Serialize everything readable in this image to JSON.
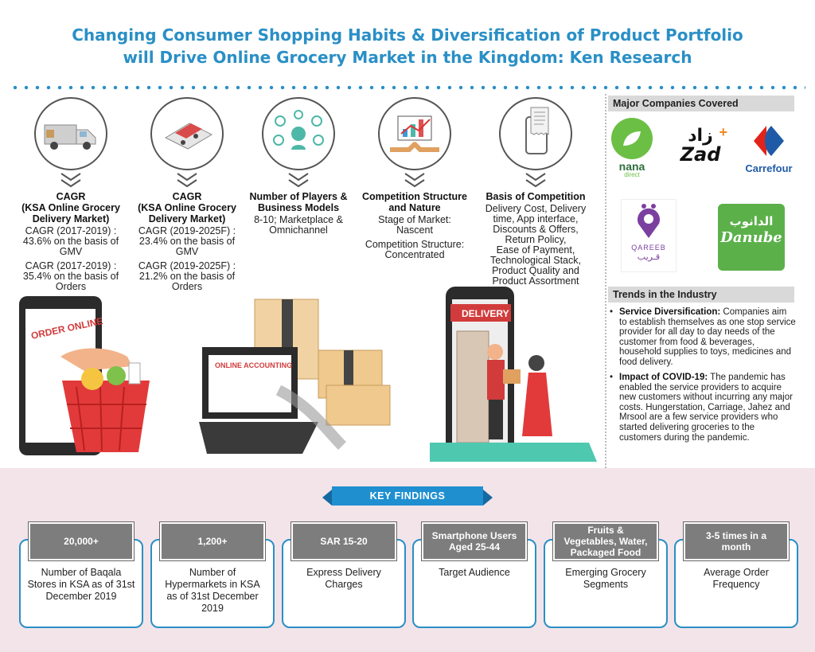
{
  "title": {
    "line1": "Changing Consumer Shopping Habits & Diversification of Product Portfolio",
    "line2": "will Drive Online Grocery Market in the Kingdom: Ken Research"
  },
  "columns": [
    {
      "head": "CAGR\n(KSA Online Grocery\nDelivery Market)",
      "text1": "CAGR (2017-2019) :\n43.6% on the basis of\nGMV",
      "text2": "CAGR (2017-2019) :\n35.4% on the basis of\nOrders",
      "icon": "delivery-van-icon"
    },
    {
      "head": "CAGR\n(KSA Online Grocery\nDelivery Market)",
      "text1": "CAGR (2019-2025F) :\n23.4% on the basis of\nGMV",
      "text2": "CAGR (2019-2025F) :\n21.2% on the basis of\nOrders",
      "icon": "truck-on-phone-icon"
    },
    {
      "head": "Number of Players &\nBusiness Models",
      "text1": "8-10; Marketplace &\nOmnichannel",
      "text2": "",
      "icon": "business-network-icon"
    },
    {
      "head": "Competition  Structure\nand Nature",
      "text1": "Stage of Market:\nNascent",
      "text2": "Competition Structure:\nConcentrated",
      "icon": "growth-chart-icon"
    },
    {
      "head": "Basis of Competition",
      "text1": "Delivery Cost, Delivery\ntime, App interface,\nDiscounts & Offers,\nReturn Policy,\nEase of Payment,\nTechnological Stack,\nProduct Quality and\nProduct Assortment",
      "text2": "",
      "icon": "phone-receipt-icon"
    }
  ],
  "sidebar": {
    "companies_head": "Major Companies Covered",
    "logos": {
      "nana": "nana",
      "nana_sub": "direct",
      "zad": "Zad",
      "zad_ar": "زاد",
      "carrefour": "Carrefour",
      "qareeb": "QAREEB",
      "qareeb_ar": "قـريب",
      "danube": "Danube",
      "danube_ar": "الدانوب"
    },
    "trends_head": "Trends in the Industry",
    "trends": [
      {
        "label": "Service Diversification:",
        "text": " Companies aim to establish themselves as one stop service provider for all day to day needs of the customer from  food & beverages, household supplies to toys, medicines and food delivery."
      },
      {
        "label": "Impact of COVID-19:",
        "text": "  The pandemic has enabled the service providers to acquire new customers without incurring any major costs. Hungerstation, Carriage, Jahez and Mrsool are a few service providers who started delivering groceries to the customers during the pandemic."
      }
    ]
  },
  "illustrations": {
    "order_online": "ORDER ONLINE",
    "online_accounting": "ONLINE ACCOUNTING",
    "delivery": "DELIVERY"
  },
  "key_findings": {
    "banner": "KEY FINDINGS",
    "cards": [
      {
        "head": "20,000+",
        "text": "Number of Baqala\nStores in KSA as of 31st\nDecember 2019"
      },
      {
        "head": "1,200+",
        "text": "Number of\nHypermarkets in KSA\nas of 31st December\n2019"
      },
      {
        "head": "SAR 15-20",
        "text": "Express  Delivery\nCharges"
      },
      {
        "head": "Smartphone Users\nAged 25-44",
        "text": "Target Audience"
      },
      {
        "head": "Fruits &\nVegetables, Water,\nPackaged Food",
        "text": "Emerging Grocery\nSegments"
      },
      {
        "head": "3-5 times in a\nmonth",
        "text": "Average Order\nFrequency"
      }
    ]
  },
  "colors": {
    "accent": "#2a8fc6",
    "banner": "#1f8fd0",
    "card_head": "#7d7d7d",
    "bottom_bg": "#f3e4ea"
  }
}
